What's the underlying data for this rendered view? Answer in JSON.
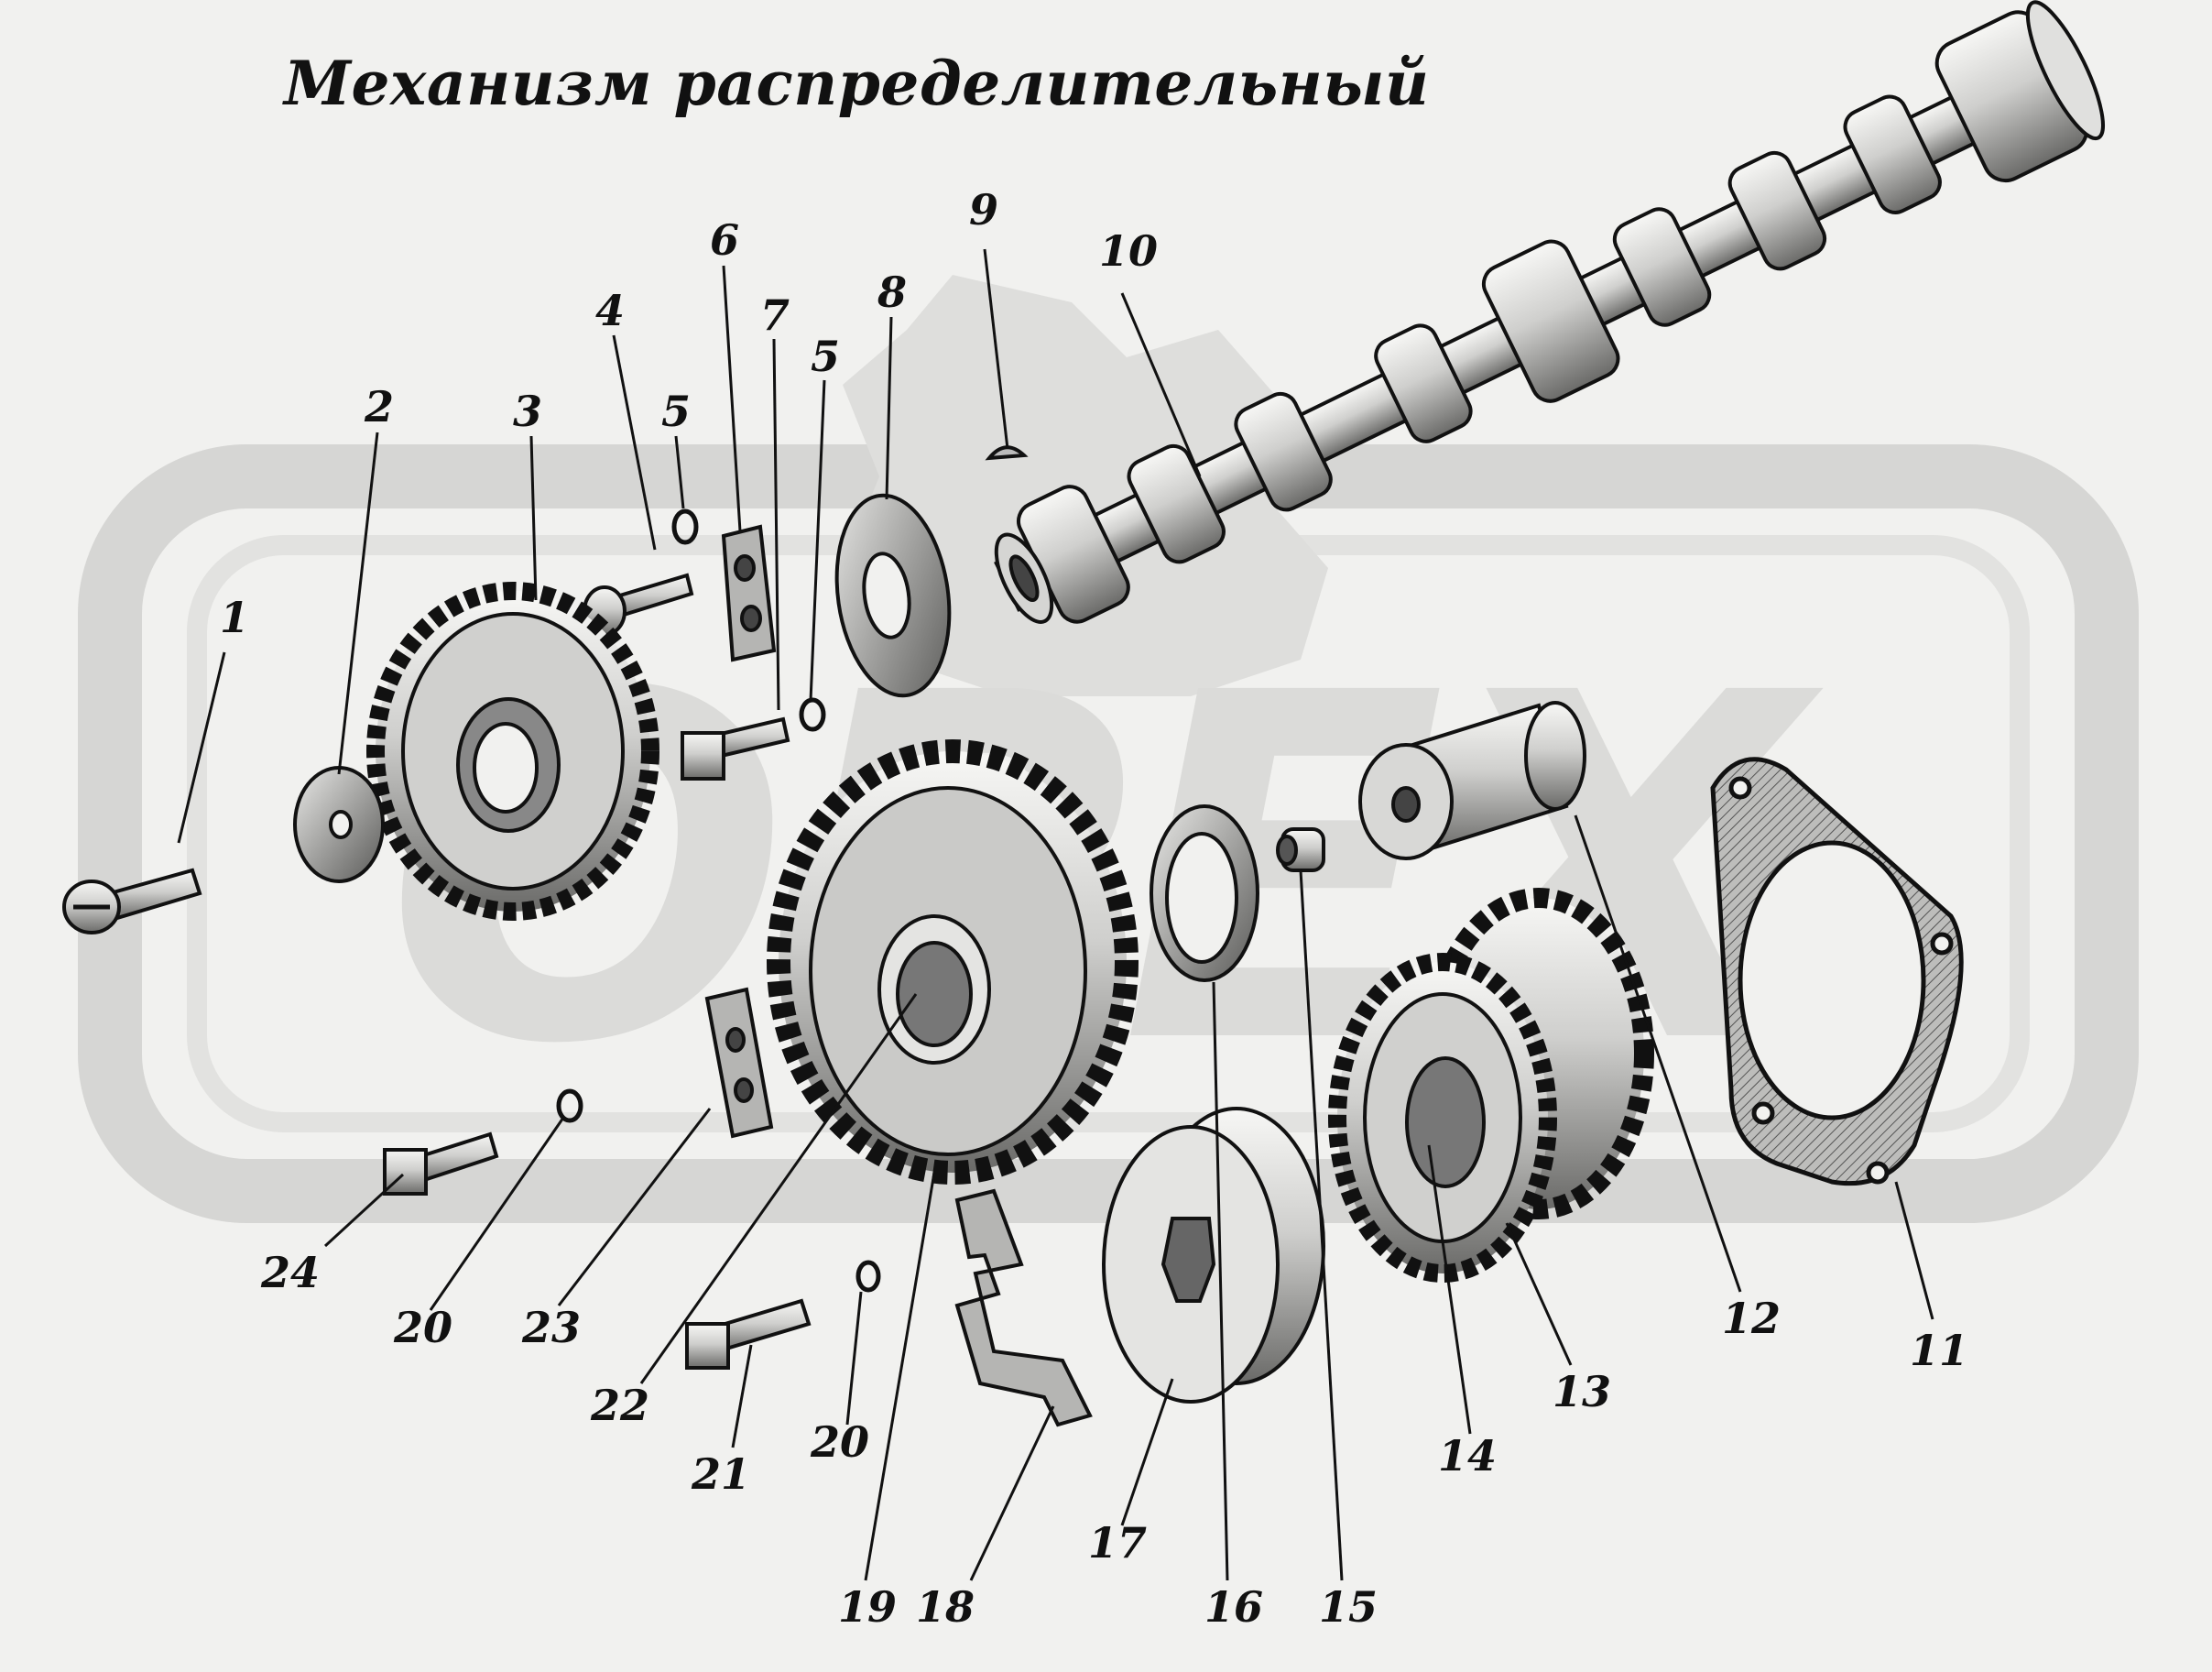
{
  "title": "Механизм распределительный",
  "watermark": "ОРЕХ",
  "colors": {
    "background": "#f1f1ef",
    "ink": "#111111",
    "watermark": "#d4d4d2"
  },
  "labels": [
    "1",
    "2",
    "3",
    "4",
    "5",
    "5",
    "6",
    "7",
    "8",
    "9",
    "10",
    "11",
    "12",
    "13",
    "14",
    "15",
    "16",
    "17",
    "18",
    "19",
    "20",
    "20",
    "21",
    "22",
    "23",
    "24"
  ]
}
